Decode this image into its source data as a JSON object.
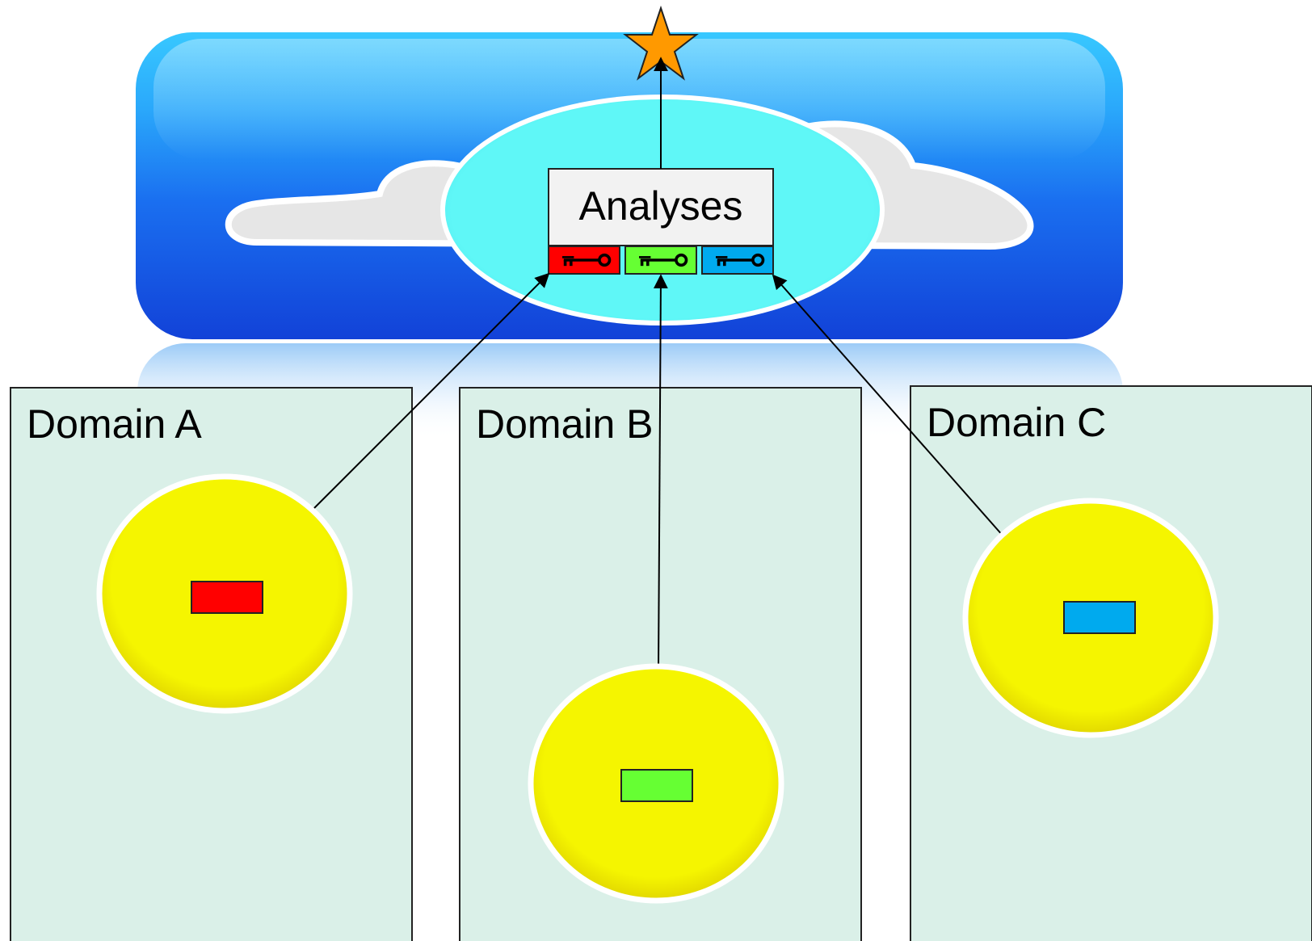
{
  "diagram": {
    "analyses_label": "Analyses",
    "domains": [
      {
        "label": "Domain A",
        "data_color": "#ff0000"
      },
      {
        "label": "Domain B",
        "data_color": "#66ff33"
      },
      {
        "label": "Domain C",
        "data_color": "#00aaee"
      }
    ],
    "key_slots": [
      {
        "color": "#ff0000",
        "icon": "key-icon"
      },
      {
        "color": "#66ff33",
        "icon": "key-icon"
      },
      {
        "color": "#00aaee",
        "icon": "key-icon"
      }
    ],
    "result_icon": "star-icon",
    "colors": {
      "cloud_tile": "#1e6ff0",
      "analyses_ellipse": "#5ff5f5",
      "domain_panel": "#daf0e8",
      "node": "#f5f500",
      "star": "#ff9900"
    }
  }
}
